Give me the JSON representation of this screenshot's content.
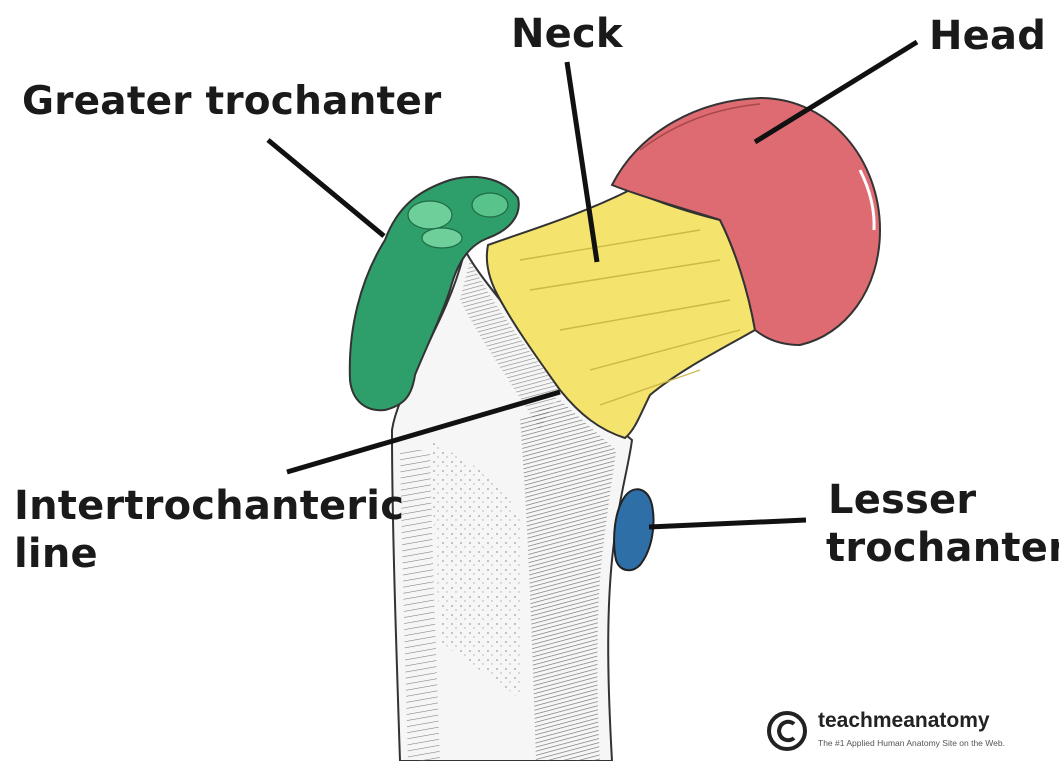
{
  "labels": {
    "greater_trochanter": "Greater trochanter",
    "neck": "Neck",
    "head": "Head",
    "intertrochanteric_line_1": "Intertrochanteric",
    "intertrochanteric_line_2": "line",
    "lesser_trochanter_1": "Lesser",
    "lesser_trochanter_2": "trochanter"
  },
  "colors": {
    "head": "#de6b72",
    "neck": "#f4e36c",
    "greater_trochanter": "#2e9e6a",
    "lesser_trochanter": "#2f6fa8",
    "bone": "#f4f4f4",
    "hatching": "#555555",
    "leader": "#111111"
  },
  "watermark": {
    "symbol": "©",
    "name": "teachmeanatomy",
    "tagline": "The #1 Applied Human Anatomy Site on the Web."
  }
}
